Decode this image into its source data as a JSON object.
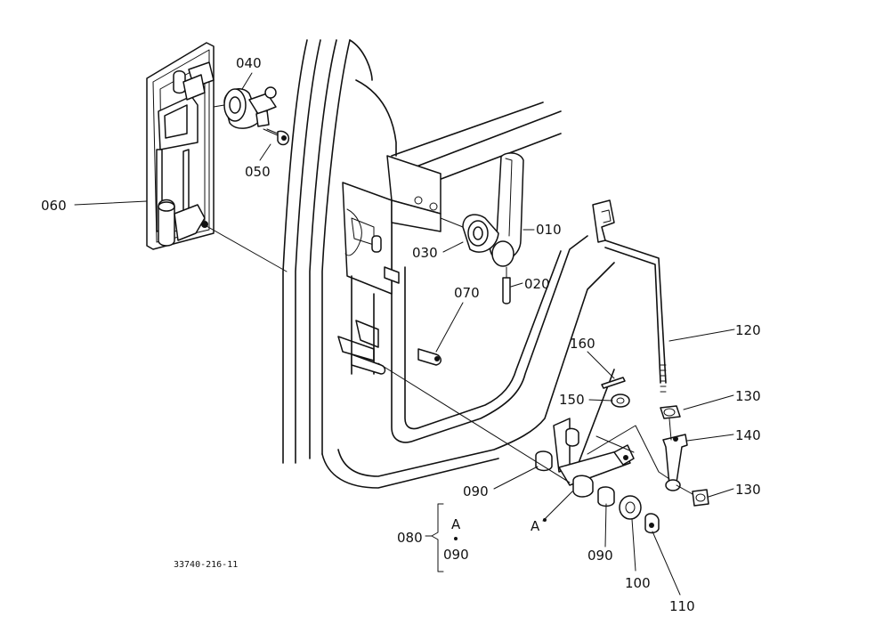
{
  "drawing_number": "33740-216-11",
  "callouts": {
    "p010": "010",
    "p020": "020",
    "p030": "030",
    "p040": "040",
    "p050": "050",
    "p060": "060",
    "p070": "070",
    "p080": "080",
    "p090a": "090",
    "p090b": "090",
    "p100": "100",
    "p110": "110",
    "p120": "120",
    "p130a": "130",
    "p130b": "130",
    "p140": "140",
    "p150": "150",
    "p160": "160"
  },
  "detail_ref": {
    "marker": "A",
    "group_letter": "A",
    "group_part": "090"
  }
}
